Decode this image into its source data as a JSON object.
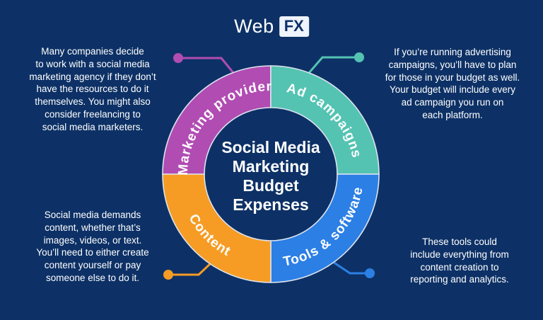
{
  "logo": {
    "prefix": "Web",
    "suffix": "FX"
  },
  "title": "Social Media\nMarketing\nBudget\nExpenses",
  "segments": [
    {
      "id": "marketing-provider",
      "label": "Marketing provider",
      "color": "#b14cb3",
      "description": "Many companies decide\nto work with a social media\nmarketing agency if they don’t\nhave the resources to do it\nthemselves. You might also\nconsider freelancing to\nsocial media marketers."
    },
    {
      "id": "ad-campaigns",
      "label": "Ad campaigns",
      "color": "#54c3b2",
      "description": "If you’re running advertising\ncampaigns, you’ll have to plan\nfor those in your budget as well.\nYour budget will include every\nad campaign you run on\neach platform."
    },
    {
      "id": "tools-software",
      "label": "Tools & software",
      "color": "#2c7fe4",
      "description": "These tools could\ninclude everything from\ncontent creation to\nreporting and analytics."
    },
    {
      "id": "content",
      "label": "Content",
      "color": "#f69c24",
      "description": "Social media demands\ncontent, whether that’s\nimages, videos, or text.\nYou’ll need to either create\ncontent yourself or pay\nsomeone else to do it."
    }
  ],
  "colors": {
    "background": "#0d3166",
    "text": "#ffffff",
    "ring_outline": "#dde3ee",
    "logo_box": "#eef3fc",
    "logo_box_text": "#0d3166"
  }
}
